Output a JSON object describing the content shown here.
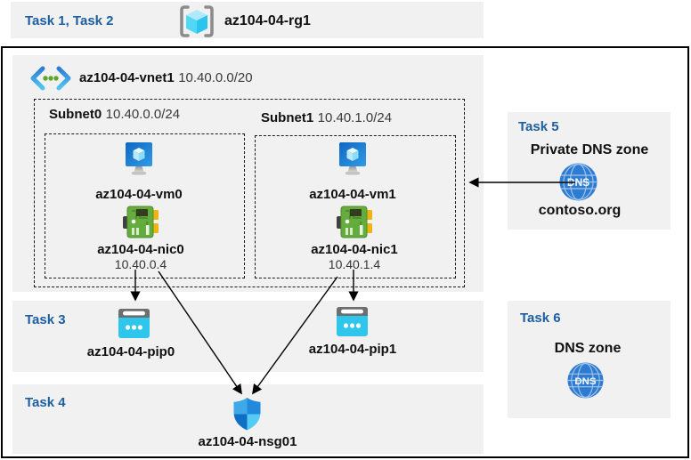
{
  "header": {
    "task_label": "Task 1, Task 2",
    "rg_name": "az104-04-rg1"
  },
  "vnet": {
    "name": "az104-04-vnet1",
    "cidr": "10.40.0.0/20"
  },
  "subnets": [
    {
      "name": "Subnet0",
      "cidr": "10.40.0.0/24",
      "vm": "az104-04-vm0",
      "nic": "az104-04-nic0",
      "ip": "10.40.0.4"
    },
    {
      "name": "Subnet1",
      "cidr": "10.40.1.0/24",
      "vm": "az104-04-vm1",
      "nic": "az104-04-nic1",
      "ip": "10.40.1.4"
    }
  ],
  "task3": {
    "label": "Task 3",
    "pip0": "az104-04-pip0",
    "pip1": "az104-04-pip1"
  },
  "task4": {
    "label": "Task 4",
    "nsg": "az104-04-nsg01"
  },
  "task5": {
    "label": "Task 5",
    "title": "Private DNS zone",
    "zone": "contoso.org"
  },
  "task6": {
    "label": "Task 6",
    "title": "DNS zone"
  },
  "icons": {
    "resource_group": "resource-group-icon",
    "virtual_network": "virtual-network-icon",
    "virtual_machine": "virtual-machine-icon",
    "network_interface": "nic-icon",
    "public_ip": "public-ip-icon",
    "nsg": "nsg-shield-icon",
    "dns": "dns-globe-icon"
  },
  "colors": {
    "task_blue": "#1d5fa0",
    "band_gray": "#f1f1f1",
    "arrow_black": "#000000"
  }
}
